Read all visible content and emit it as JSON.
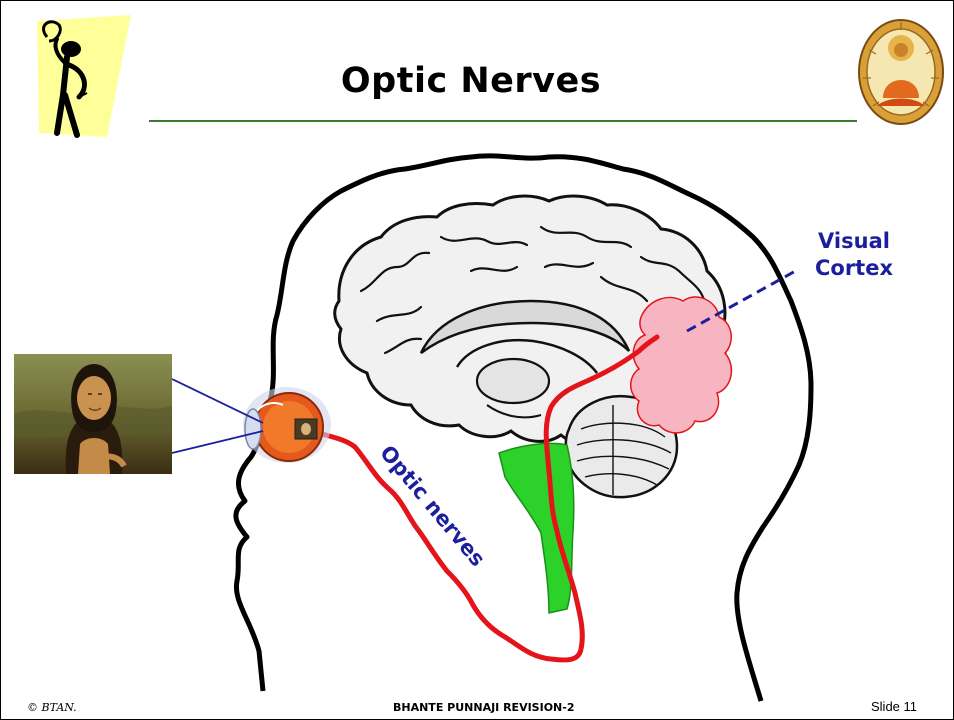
{
  "slide": {
    "title": "Optic Nerves",
    "labels": {
      "visual_cortex_line1": "Visual",
      "visual_cortex_line2": "Cortex",
      "optic_nerves": "Optic nerves"
    },
    "footer": {
      "copyright": "© BTAN.",
      "center": "BHANTE PUNNAJI REVISION-2",
      "slide_number": "Slide 11"
    },
    "colors": {
      "label_blue": "#1b1f9c",
      "nerve_red": "#e3151b",
      "cortex_pink": "#f7b5c2",
      "brainstem_green": "#2cd12a",
      "title_rule_green": "#3c7a2e",
      "corner_yellow": "#ffff99"
    }
  }
}
